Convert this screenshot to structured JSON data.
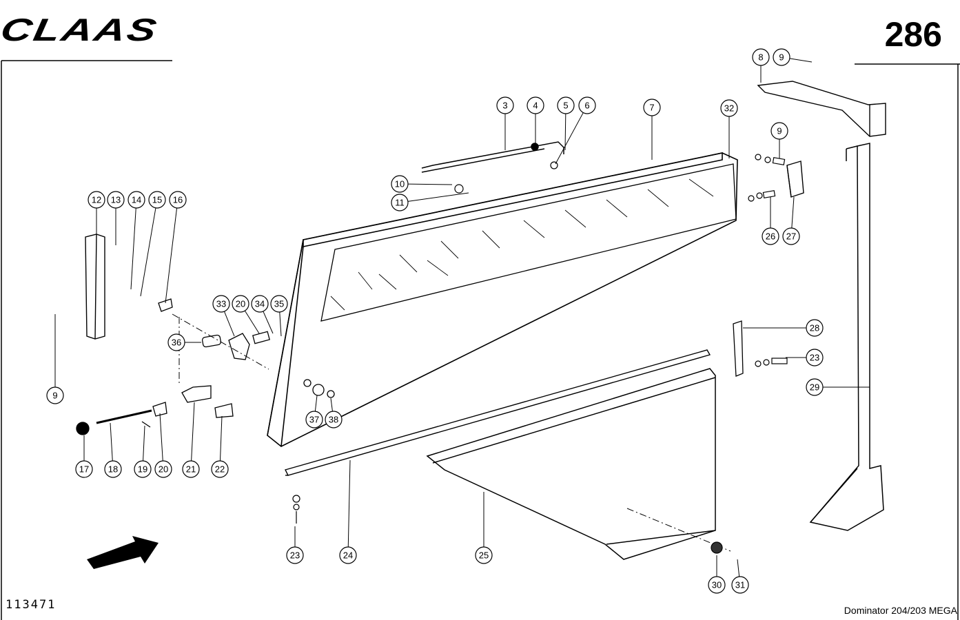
{
  "header": {
    "brand": "CLAAS",
    "page_number": "286"
  },
  "footer": {
    "drawing_number": "113471",
    "model": "Dominator 204/203 MEGA"
  },
  "callouts": [
    {
      "id": "c3",
      "label": "3"
    },
    {
      "id": "c4",
      "label": "4"
    },
    {
      "id": "c5",
      "label": "5"
    },
    {
      "id": "c6",
      "label": "6"
    },
    {
      "id": "c7",
      "label": "7"
    },
    {
      "id": "c32",
      "label": "32"
    },
    {
      "id": "c8",
      "label": "8"
    },
    {
      "id": "c9a",
      "label": "9"
    },
    {
      "id": "c9b",
      "label": "9"
    },
    {
      "id": "c10",
      "label": "10"
    },
    {
      "id": "c11",
      "label": "11"
    },
    {
      "id": "c26",
      "label": "26"
    },
    {
      "id": "c27",
      "label": "27"
    },
    {
      "id": "c12",
      "label": "12"
    },
    {
      "id": "c13",
      "label": "13"
    },
    {
      "id": "c14",
      "label": "14"
    },
    {
      "id": "c15",
      "label": "15"
    },
    {
      "id": "c16",
      "label": "16"
    },
    {
      "id": "c33",
      "label": "33"
    },
    {
      "id": "c20a",
      "label": "20"
    },
    {
      "id": "c34",
      "label": "34"
    },
    {
      "id": "c35",
      "label": "35"
    },
    {
      "id": "c36",
      "label": "36"
    },
    {
      "id": "c9c",
      "label": "9"
    },
    {
      "id": "c37",
      "label": "37"
    },
    {
      "id": "c38",
      "label": "38"
    },
    {
      "id": "c28",
      "label": "28"
    },
    {
      "id": "c23a",
      "label": "23"
    },
    {
      "id": "c29",
      "label": "29"
    },
    {
      "id": "c17",
      "label": "17"
    },
    {
      "id": "c18",
      "label": "18"
    },
    {
      "id": "c19",
      "label": "19"
    },
    {
      "id": "c20b",
      "label": "20"
    },
    {
      "id": "c21",
      "label": "21"
    },
    {
      "id": "c22",
      "label": "22"
    },
    {
      "id": "c23b",
      "label": "23"
    },
    {
      "id": "c24",
      "label": "24"
    },
    {
      "id": "c25",
      "label": "25"
    },
    {
      "id": "c30",
      "label": "30"
    },
    {
      "id": "c31",
      "label": "31"
    }
  ]
}
